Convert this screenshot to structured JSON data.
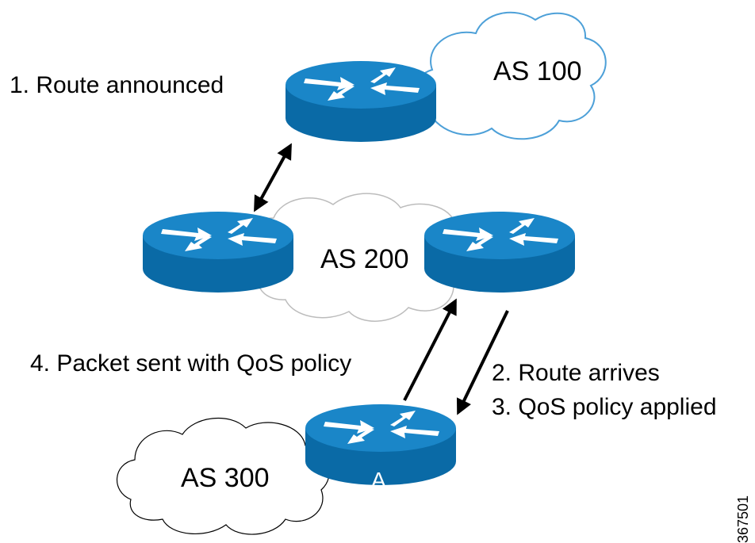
{
  "clouds": {
    "as100": "AS 100",
    "as200": "AS 200",
    "as300": "AS 300"
  },
  "steps": {
    "step1": "1. Route announced",
    "step2": "2. Route arrives",
    "step3": "3. QoS policy applied",
    "step4": "4. Packet sent with QoS policy"
  },
  "routers": {
    "as300_router_label": "A"
  },
  "figure_id": "367501",
  "colors": {
    "router_top": "#0f7bbf",
    "router_side": "#0a6aa6",
    "cloud_stroke": "#4da0d8",
    "cloud_fill_light": "#ffffff",
    "cloud_fill_grey": "#ffffff",
    "arrow": "#000000"
  },
  "icons": {
    "router": "router-icon",
    "cloud": "cloud-icon"
  }
}
